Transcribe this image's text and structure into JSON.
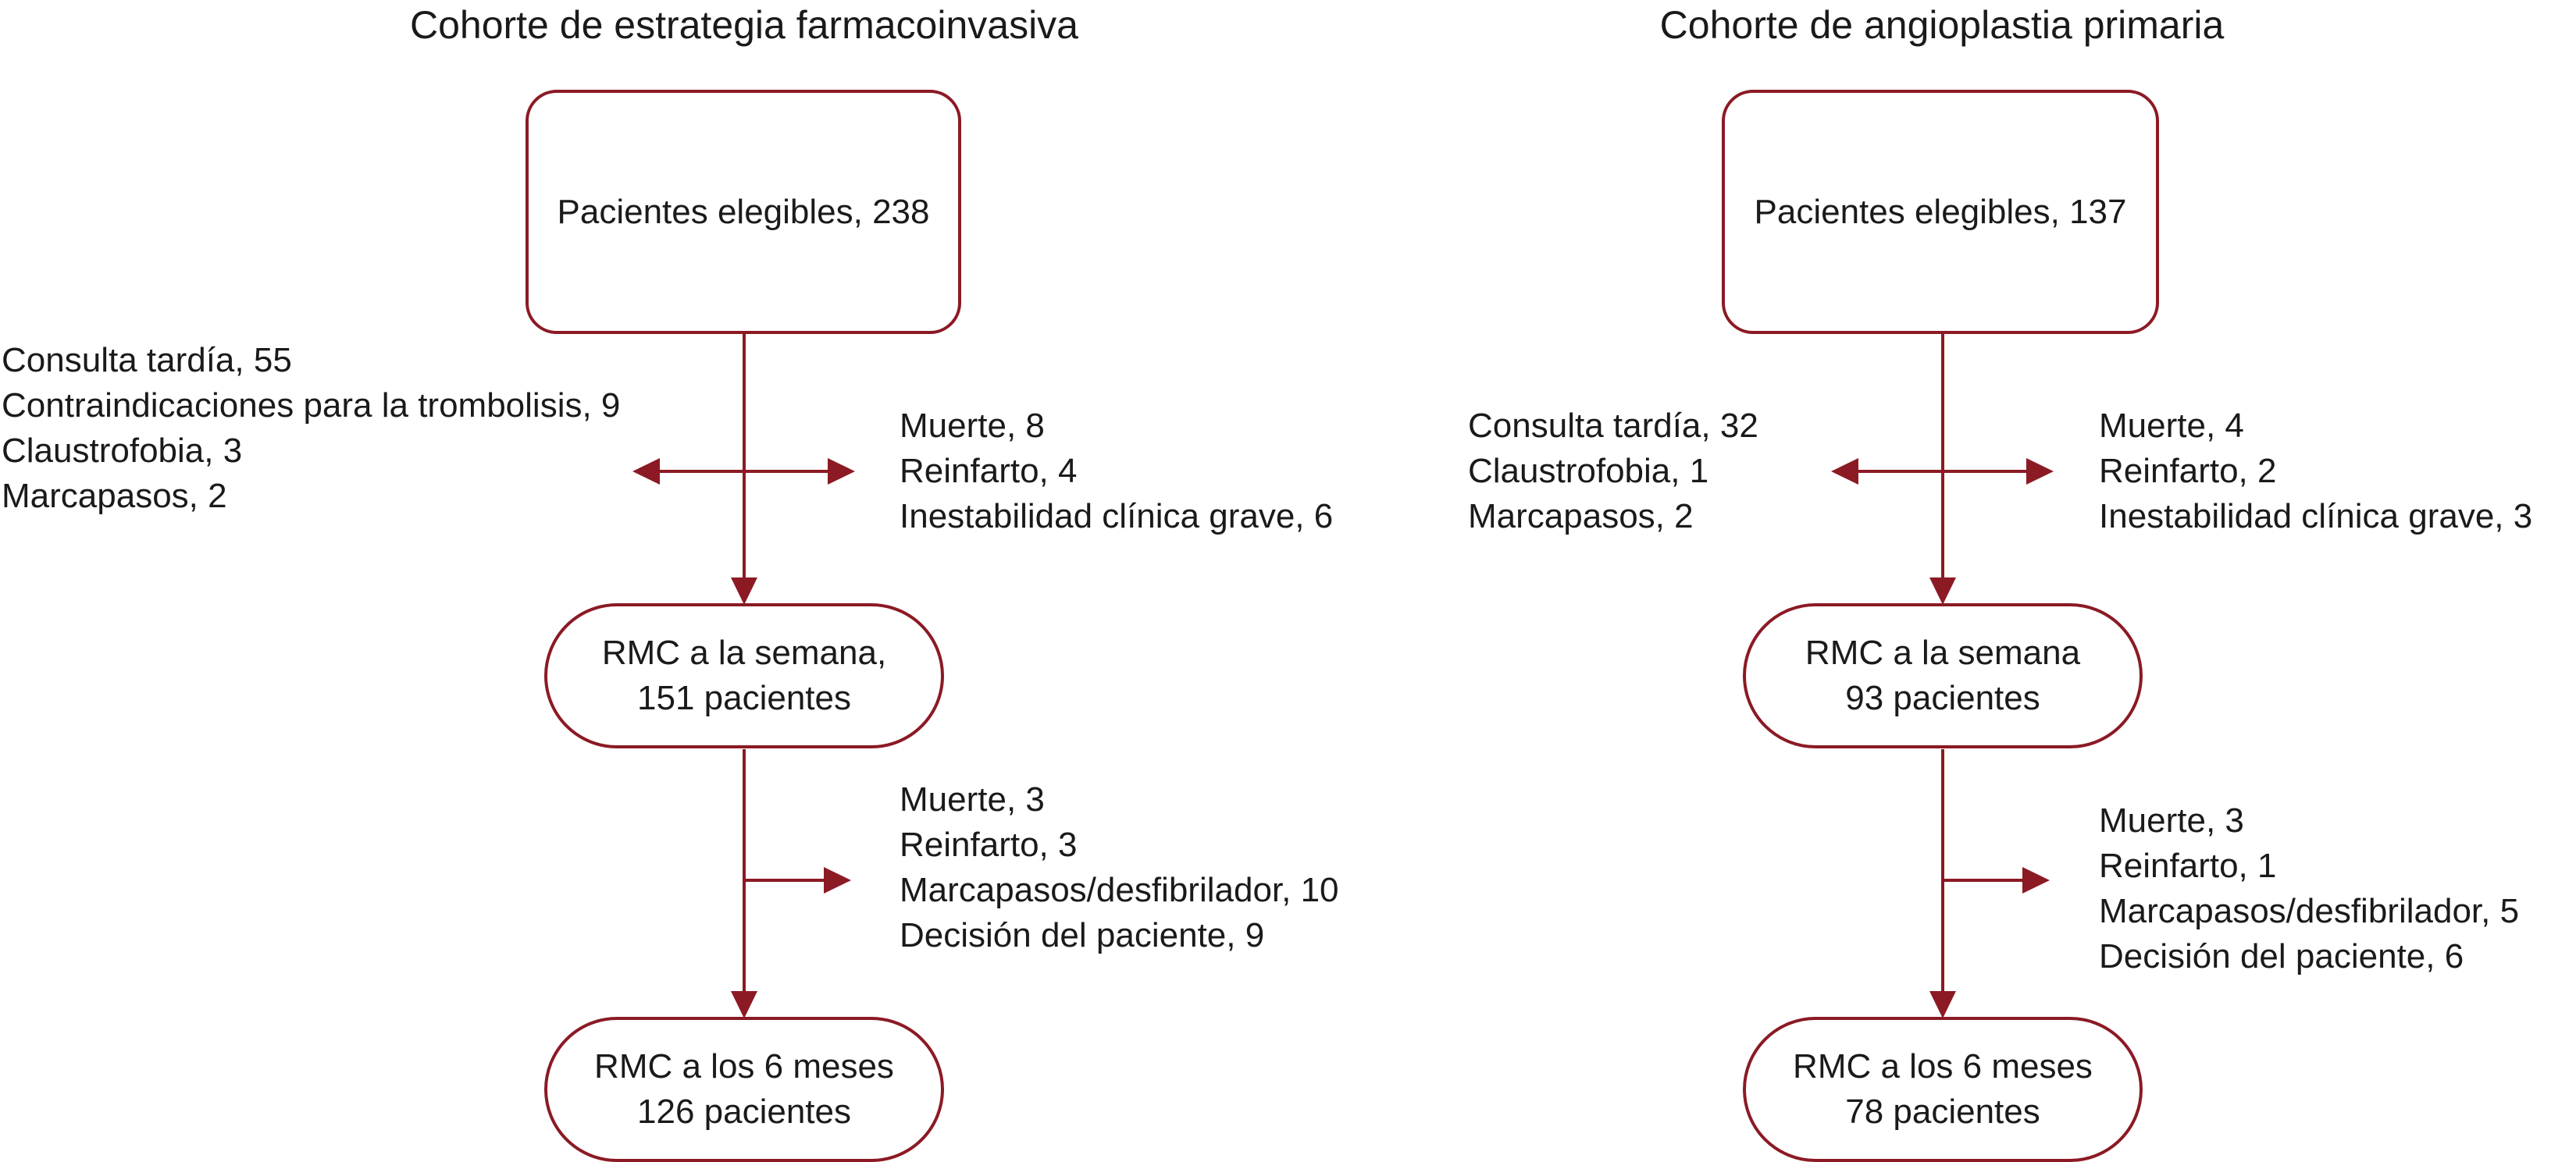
{
  "cohorts": [
    {
      "title": "Cohorte de estrategia farmacoinvasiva",
      "eligible": "Pacientes elegibles, 238",
      "excluded_left": [
        "Consulta tardía, 55",
        "Contraindicaciones para la trombolisis, 9",
        "Claustrofobia, 3",
        "Marcapasos, 2"
      ],
      "excluded_right": [
        "Muerte, 8",
        "Reinfarto, 4",
        "Inestabilidad clínica grave, 6"
      ],
      "week": {
        "line1": "RMC a la semana,",
        "line2": "151 pacientes"
      },
      "lost": [
        "Muerte, 3",
        "Reinfarto, 3",
        "Marcapasos/desfibrilador, 10",
        "Decisión del paciente, 9"
      ],
      "six_months": {
        "line1": "RMC a los 6 meses",
        "line2": "126 pacientes"
      }
    },
    {
      "title": "Cohorte de angioplastia primaria",
      "eligible": "Pacientes elegibles, 137",
      "excluded_left": [
        "Consulta tardía, 32",
        "Claustrofobia, 1",
        "Marcapasos, 2"
      ],
      "excluded_right": [
        "Muerte, 4",
        "Reinfarto, 2",
        "Inestabilidad clínica grave, 3"
      ],
      "week": {
        "line1": "RMC a la semana",
        "line2": "93 pacientes"
      },
      "lost": [
        "Muerte, 3",
        "Reinfarto, 1",
        "Marcapasos/desfibrilador, 5",
        "Decisión del paciente, 6"
      ],
      "six_months": {
        "line1": "RMC a los 6 meses",
        "line2": "78 pacientes"
      }
    }
  ],
  "colors": {
    "accent": "#8b1a24",
    "text": "#1a1a1a"
  }
}
